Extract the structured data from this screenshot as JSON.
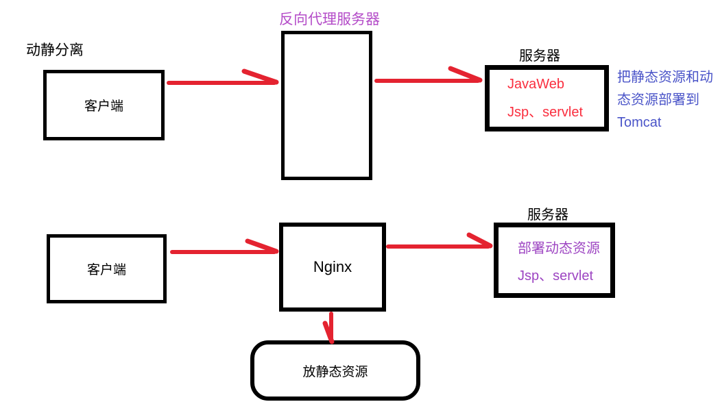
{
  "colors": {
    "arrow_red": "#E42330",
    "red_text": "#FA2E3E",
    "purple_title": "#B44CC8",
    "purple_text": "#9D45C2",
    "blue_text": "#4A54C8",
    "border_black": "#000000"
  },
  "top_flow": {
    "section_label": "动静分离",
    "client_label": "客户端",
    "proxy_title": "反向代理服务器",
    "server_label": "服务器",
    "server_lines": [
      "JavaWeb",
      "Jsp、servlet"
    ],
    "note_lines": [
      "把静态资源和动",
      "态资源部署到",
      "Tomcat"
    ]
  },
  "bottom_flow": {
    "client_label": "客户端",
    "nginx_label": "Nginx",
    "server_label": "服务器",
    "server_lines": [
      "部署动态资源",
      "Jsp、servlet"
    ],
    "static_label": "放静态资源"
  }
}
